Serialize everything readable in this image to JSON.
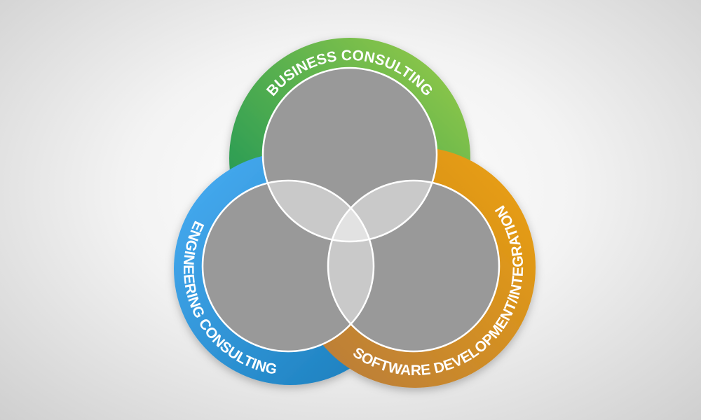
{
  "diagram": {
    "type": "venn",
    "sets": [
      {
        "id": "business",
        "label": "BUSINESS CONSULTING",
        "color_start": "#0b8f57",
        "color_end": "#9ccd48"
      },
      {
        "id": "engineering",
        "label": "ENGINEERING CONSULTING",
        "color_start": "#4aaef5",
        "color_end": "#177bb8"
      },
      {
        "id": "software",
        "label": "SOFTWARE DEVELOPMENT/INTEGRATION",
        "color_start": "#eea20a",
        "color_end": "#b57a3f"
      }
    ],
    "fill_colors": {
      "circle": "#999999",
      "pair_overlap": "#c9c9c9",
      "triple_overlap": "#e2e2e2",
      "outline": "#ffffff"
    }
  }
}
